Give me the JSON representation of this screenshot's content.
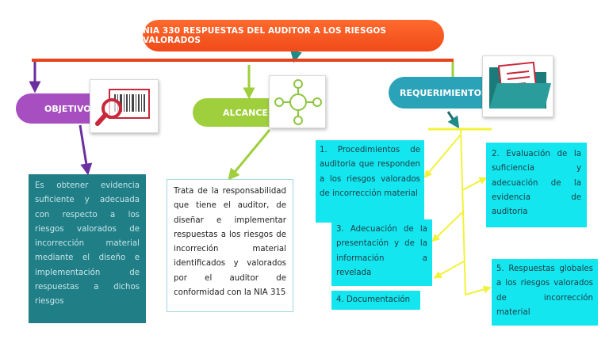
{
  "title": "NIA 330 RESPUESTAS DEL AUDITOR A LOS RIESGOS VALORADOS",
  "branches": {
    "objetivo": {
      "label": "OBJETIVO",
      "icon": "barcode-magnifier-icon",
      "text": "Es obtener evidencia suficiente y adecuada con respecto a los riesgos valorados de incorrección material mediante el diseño e implementación de respuestas a dichos riesgos"
    },
    "alcance": {
      "label": "ALCANCE",
      "icon": "network-nodes-icon",
      "text": "Trata de la responsabilidad que tiene el auditor, de diseñar e implementar respuestas a los riesgos de incorreción material identificados y valorados por el auditor de conformidad con la NIA 315"
    },
    "requerimientos": {
      "label": "REQUERIMIENTOS",
      "icon": "folder-document-icon",
      "items": [
        "1. Procedimientos de auditoria que responden a los riesgos valorados de incorrección material",
        "2. Evaluación de la suficiencia y adecuación de la evidencia de auditoria",
        "3. Adecuación de la presentación y de la información a revelada",
        "4. Documentación",
        "5. Respuestas globales a los riesgos valorados de incorrección material"
      ]
    }
  },
  "colors": {
    "title": "#f04a18",
    "objetivo": "#a74fc0",
    "alcance": "#9fcf3d",
    "requerimientos": "#2aa3b8",
    "objetivo_box": "#207e86",
    "req_boxes": "#14e6ef",
    "connector_yellow": "#f2f23a"
  }
}
